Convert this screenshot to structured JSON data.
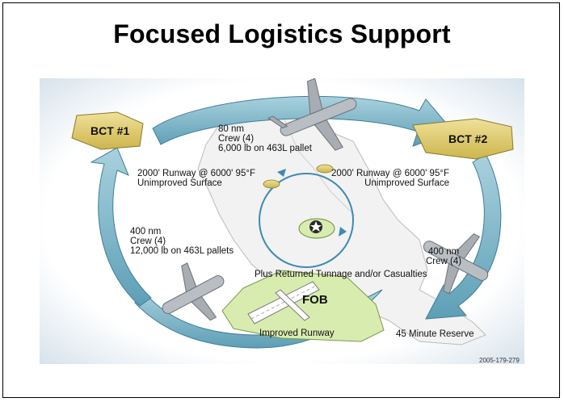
{
  "title": "Focused Logistics Support",
  "bct1": "BCT #1",
  "bct2": "BCT #2",
  "fob": "FOB",
  "improved_runway": "Improved Runway",
  "route_top": {
    "line1": "80 nm",
    "line2": "Crew (4)",
    "line3": "6,000 lb on 463L pallet"
  },
  "runway_left": {
    "line1": "2000' Runway @ 6000' 95°F",
    "line2": "Unimproved Surface"
  },
  "runway_right": {
    "line1": "2000' Runway @ 6000' 95°F",
    "line2": "Unimproved Surface"
  },
  "route_left": {
    "line1": "400 nm",
    "line2": "Crew (4)",
    "line3": "12,000 lb on 463L pallets"
  },
  "route_right": {
    "line1": "400 nm",
    "line2": "Crew (4)"
  },
  "returned": "Plus Returned Tunnage and/or Casualties",
  "reserve": "45 Minute Reserve",
  "doc_code": "2005-179-279",
  "colors": {
    "frame": "#000000",
    "arrow": "#7fb6c9",
    "badge": "#e0cc6a",
    "fob": "#d9ecb0",
    "map": "#f4f4f4"
  }
}
